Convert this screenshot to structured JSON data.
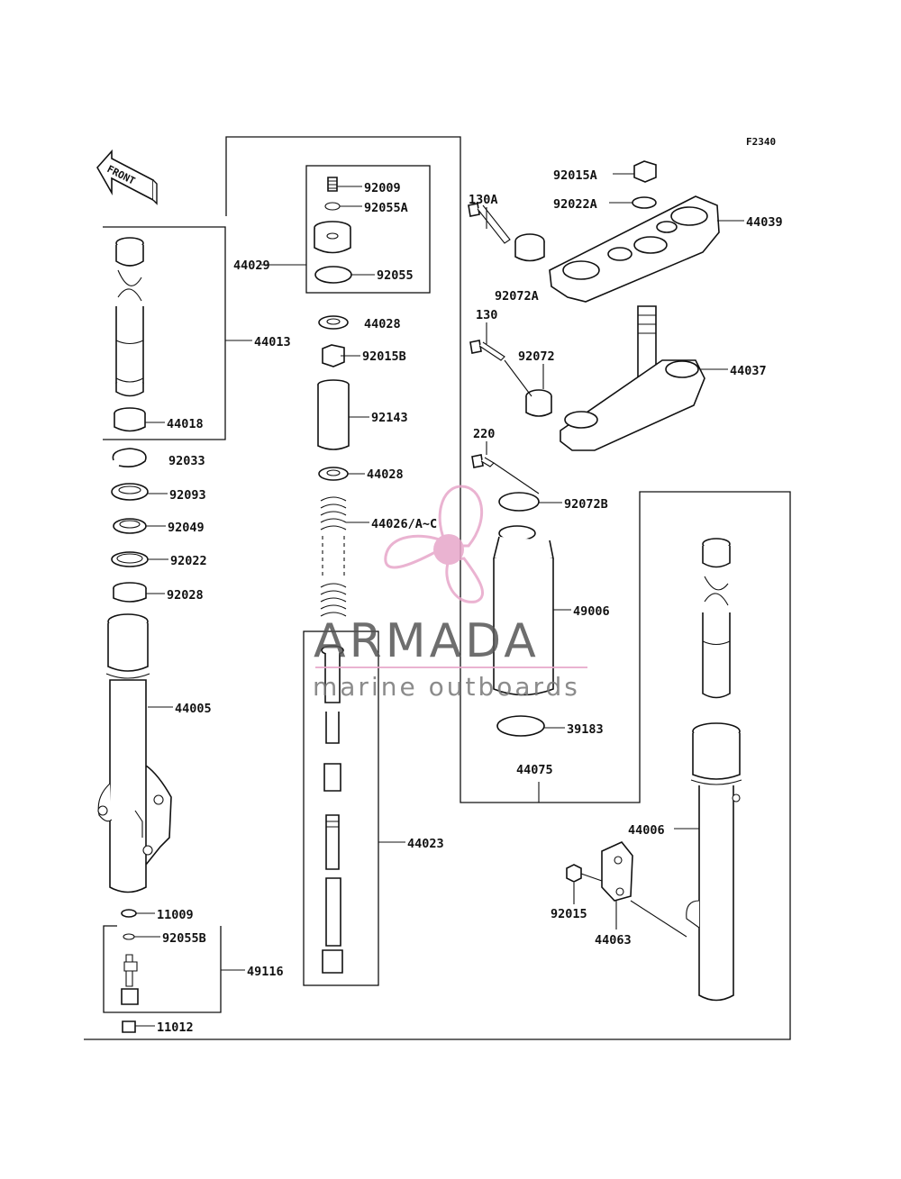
{
  "diagram_code": "F2340",
  "front_arrow_label": "FRONT",
  "watermark": {
    "title": "ARMADA",
    "subtitle": "marine outboards",
    "brand_color": "#e7a6c9",
    "text_color": "#555555"
  },
  "labels": {
    "p92009": "92009",
    "p92055A": "92055A",
    "p44029": "44029",
    "p92055": "92055",
    "p44028a": "44028",
    "p92015B": "92015B",
    "p92143": "92143",
    "p44028b": "44028",
    "p44026": "44026/A~C",
    "p44013": "44013",
    "p44018": "44018",
    "p92033": "92033",
    "p92093": "92093",
    "p92049": "92049",
    "p92022": "92022",
    "p92028": "92028",
    "p44005": "44005",
    "p11009": "11009",
    "p92055B": "92055B",
    "p49116": "49116",
    "p11012": "11012",
    "p44023": "44023",
    "p92015A": "92015A",
    "p92022A": "92022A",
    "p130A": "130A",
    "p44039": "44039",
    "p92072A": "92072A",
    "p130": "130",
    "p92072": "92072",
    "p44037": "44037",
    "p220": "220",
    "p92072B": "92072B",
    "p49006": "49006",
    "p39183": "39183",
    "p44075": "44075",
    "p44006": "44006",
    "p92015": "92015",
    "p44063": "44063"
  }
}
